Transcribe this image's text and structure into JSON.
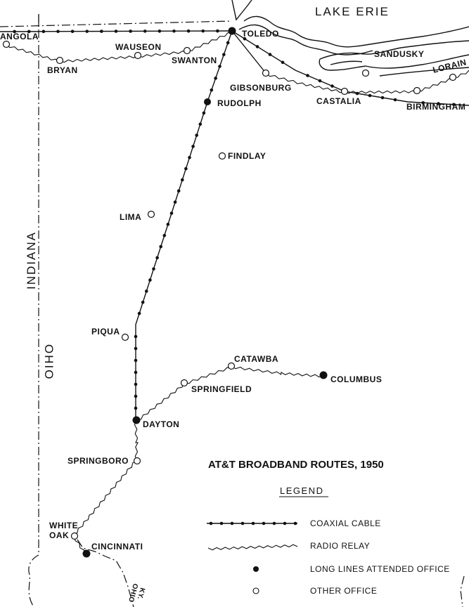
{
  "lake": "LAKE ERIE",
  "states": {
    "indiana": "INDIANA",
    "ohio": "OHIO",
    "ohio_s": "OHIO",
    "ky": "KY."
  },
  "title": "AT&T BROADBAND ROUTES, 1950",
  "legend": {
    "heading": "LEGEND",
    "coaxial": "COAXIAL CABLE",
    "radio": "RADIO RELAY",
    "attended": "LONG LINES ATTENDED OFFICE",
    "other": "OTHER OFFICE"
  },
  "cities": {
    "angola": "ANGOLA",
    "bryan": "BRYAN",
    "wauseon": "WAUSEON",
    "swanton": "SWANTON",
    "toledo": "TOLEDO",
    "sandusky": "SANDUSKY",
    "lorain": "LORAIN",
    "gibsonburg": "GIBSONBURG",
    "castalia": "CASTALIA",
    "birmingham": "BIRMINGHAM",
    "rudolph": "RUDOLPH",
    "findlay": "FINDLAY",
    "lima": "LIMA",
    "piqua": "PIQUA",
    "catawba": "CATAWBA",
    "columbus": "COLUMBUS",
    "springfield": "SPRINGFIELD",
    "dayton": "DAYTON",
    "springboro": "SPRINGBORO",
    "white": "WHITE",
    "oak": "OAK",
    "cincinnati": "CINCINNATI"
  }
}
